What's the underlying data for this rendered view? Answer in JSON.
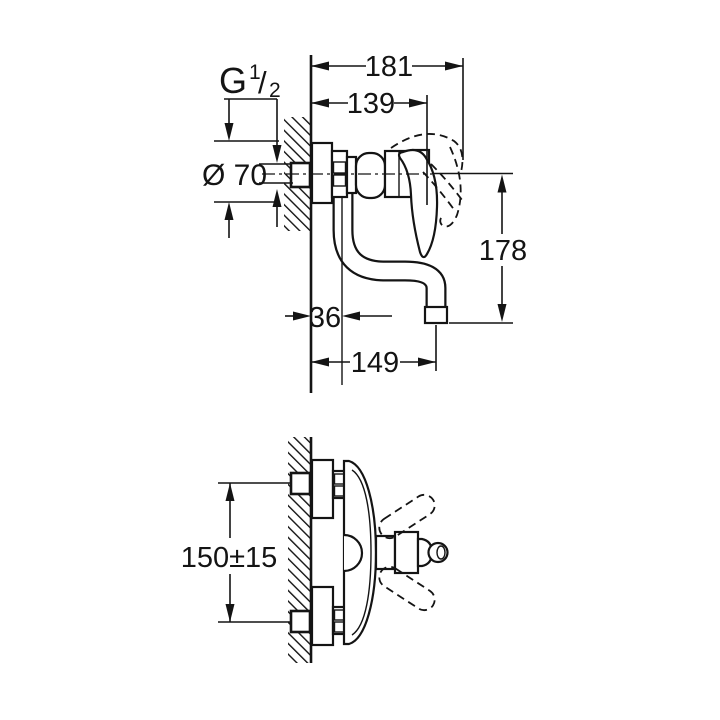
{
  "style": {
    "background": "#ffffff",
    "line_color": "#141414"
  },
  "side_view": {
    "name": "mixer side view with spout",
    "dims": {
      "overall_depth": "181",
      "depth_to_lever": "139",
      "wall_to_spout_axis": "36",
      "wall_to_outlet": "149",
      "outlet_drop_height": "178",
      "escutcheon_diameter": "Ø 70",
      "thread_prefix": "G",
      "thread_numerator": "1",
      "thread_separator": "/",
      "thread_denominator": "2"
    }
  },
  "front_view": {
    "name": "mixer front profile view",
    "dims": {
      "connection_centres": "150±15"
    }
  }
}
